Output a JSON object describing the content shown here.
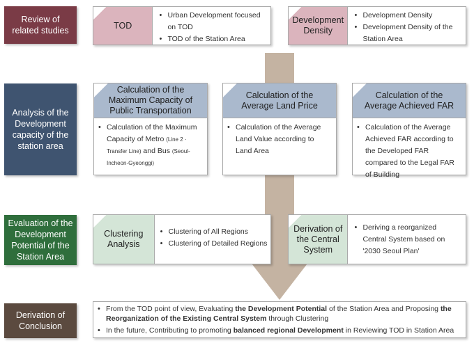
{
  "stages": {
    "review": "Review of\nrelated studies",
    "analysis": "Analysis of the\nDevelopment\ncapacity of the\nstation area",
    "evaluation": "Evaluation of the\nDevelopment\nPotential of the\nStation Area",
    "conclusion": "Derivation of\nConclusion"
  },
  "review": {
    "tod": {
      "label": "TOD",
      "bullets": [
        "Urban Development focused on TOD",
        "TOD of the Station Area"
      ]
    },
    "density": {
      "label": "Development\nDensity",
      "bullets": [
        "Development Density",
        "Development Density of the Station Area"
      ]
    }
  },
  "analysis": {
    "transport": {
      "title": "Calculation of the\nMaximum Capacity of\nPublic Transportation",
      "bullet_a": "Calculation of the Maximum Capacity of Metro",
      "bullet_b": "(Line 2 · Transfer Line)",
      "bullet_c": "and Bus",
      "bullet_d": "(Seoul-Incheon-Gyeonggi)"
    },
    "land": {
      "title": "Calculation of the\nAverage Land Price",
      "bullets": [
        "Calculation of the Average Land Value according to Land Area"
      ]
    },
    "far": {
      "title": "Calculation of the\nAverage Achieved FAR",
      "bullets": [
        "Calculation of the Average Achieved FAR according to the Developed FAR compared to the Legal FAR of Building"
      ]
    }
  },
  "evaluation": {
    "clustering": {
      "label": "Clustering\nAnalysis",
      "bullets": [
        "Clustering of All Regions",
        "Clustering of Detailed Regions"
      ]
    },
    "central": {
      "label": "Derivation of\nthe Central\nSystem",
      "bullets": [
        "Deriving a reorganized Central System based on '2030 Seoul Plan'"
      ]
    }
  },
  "conclusion": {
    "b1_1": "From the TOD point of view, Evaluating ",
    "b1_2": "the Development Potential",
    "b1_3": " of the Station Area and Proposing ",
    "b1_4": "the Reorganization of the Existing Central System",
    "b1_5": " through Clustering",
    "b2_1": "In the future, Contributing to promoting ",
    "b2_2": "balanced regional Development",
    "b2_3": " in Reviewing TOD in Station Area"
  },
  "colors": {
    "review_stage": "#7a3b46",
    "analysis_stage": "#3f5470",
    "evaluation_stage": "#2f6e3c",
    "conclusion_stage": "#5b4a3f",
    "arrow": "#c4b3a2"
  }
}
